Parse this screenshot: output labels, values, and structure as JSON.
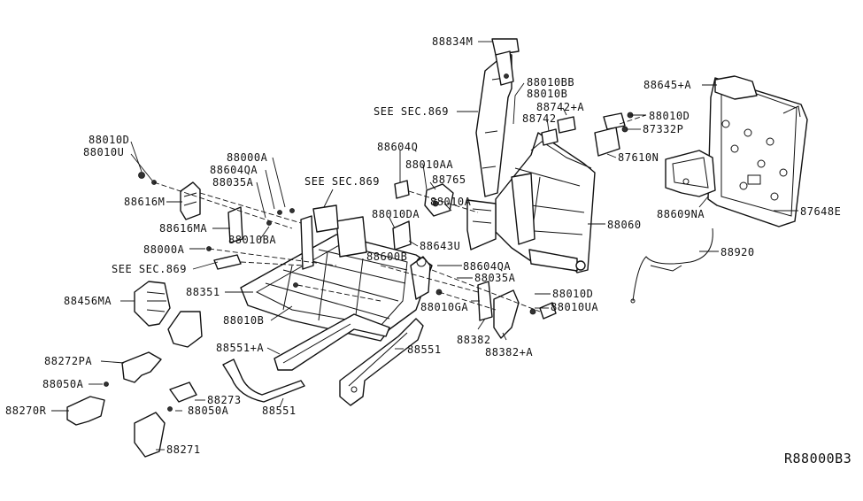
{
  "labels": {
    "p88834M": "88834M",
    "p88010BB": "88010BB",
    "p88010B_top": "88010B",
    "see_sec_869_top": "SEE SEC.869",
    "p88742A": "88742+A",
    "p88742": "88742",
    "p88645A": "88645+A",
    "p88010D_right": "88010D",
    "p87332P": "87332P",
    "p87610N": "87610N",
    "p88609NA": "88609NA",
    "p87648E": "87648E",
    "p88060": "88060",
    "p88920": "88920",
    "p88604Q": "88604Q",
    "p88010AA": "88010AA",
    "p88765": "88765",
    "p88010A": "88010A",
    "p88010DA": "88010DA",
    "p88643U": "88643U",
    "p88600B": "88600B",
    "p88604QA_right": "88604QA",
    "p88035A_right": "88035A",
    "p88010D_mid": "88010D",
    "p88010UA": "88010UA",
    "p88010GA": "88010GA",
    "p88382": "88382",
    "p88382A": "88382+A",
    "p88551_right": "88551",
    "p88551_bottom": "88551",
    "p88551A": "88551+A",
    "p88010B_mid": "88010B",
    "p88351": "88351",
    "see_sec_869_mid": "SEE SEC.869",
    "see_sec_869_left": "SEE SEC.869",
    "p88000A_top": "88000A",
    "p88604QA_left": "88604QA",
    "p88035A_left": "88035A",
    "p88010BA": "88010BA",
    "p88616MA": "88616MA",
    "p88000A_left": "88000A",
    "p88010D_left": "88010D",
    "p88010U": "88010U",
    "p88616M": "88616M",
    "p88456MA": "88456MA",
    "p88272PA": "88272PA",
    "p88050A_top": "88050A",
    "p88270R": "88270R",
    "p88273": "88273",
    "p88050A_bottom": "88050A",
    "p88271": "88271"
  },
  "diagram_ref": "R88000B3"
}
